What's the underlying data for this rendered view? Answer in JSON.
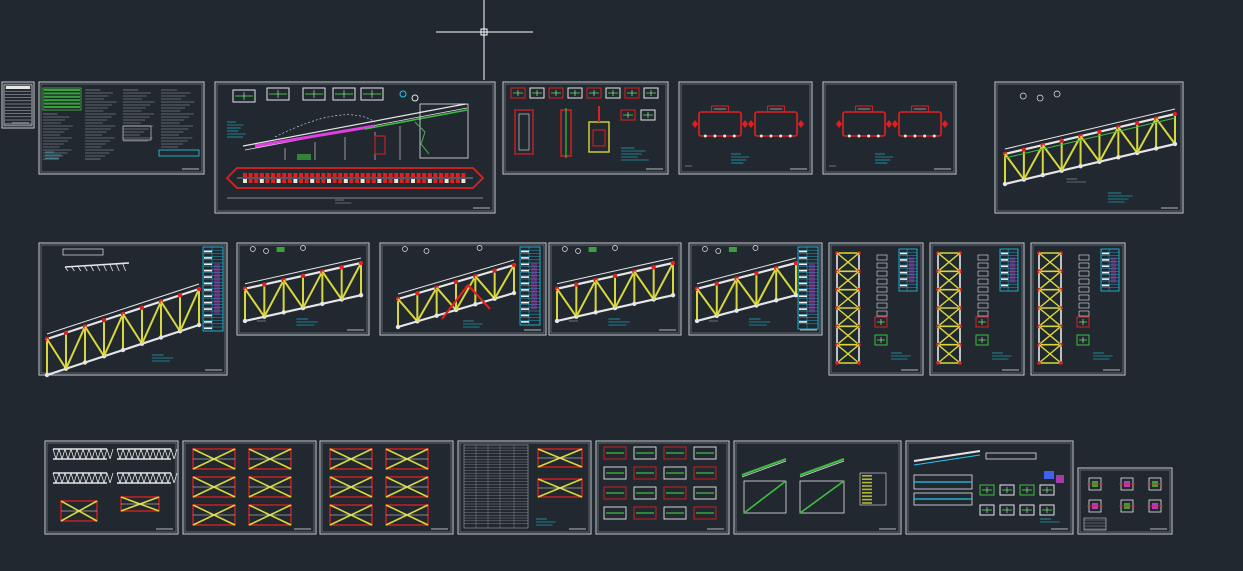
{
  "viewport": {
    "background": "#212830",
    "crosshair_color": "#ffffff",
    "palette": {
      "frame": "#c9cdd2",
      "truss_yellow": "#d8d83a",
      "truss_green": "#3fbf3f",
      "member_red": "#e02020",
      "member_white": "#e6e6e6",
      "table_cyan": "#22c8f0",
      "text_cyan": "#22d0e8",
      "magenta": "#e040e0",
      "text_gray": "#a0a4a8"
    }
  },
  "sheets": [
    {
      "id": "title-block",
      "kind": "titleblock"
    },
    {
      "id": "general-notes",
      "kind": "notes"
    },
    {
      "id": "conveyor-layout",
      "kind": "layout"
    },
    {
      "id": "column-details",
      "kind": "details"
    },
    {
      "id": "bent-frame-a",
      "kind": "frames2"
    },
    {
      "id": "bent-frame-b",
      "kind": "frames2"
    },
    {
      "id": "truss-elevation-1",
      "kind": "truss"
    },
    {
      "id": "truss-elevation-2",
      "kind": "truss_table"
    },
    {
      "id": "truss-elevation-3",
      "kind": "truss"
    },
    {
      "id": "truss-elevation-4",
      "kind": "truss_table"
    },
    {
      "id": "truss-elevation-5",
      "kind": "truss"
    },
    {
      "id": "truss-elevation-6",
      "kind": "truss_table"
    },
    {
      "id": "vertical-bracing-1",
      "kind": "vertical"
    },
    {
      "id": "vertical-bracing-2",
      "kind": "vertical"
    },
    {
      "id": "vertical-bracing-3",
      "kind": "vertical"
    },
    {
      "id": "bracing-plan-1",
      "kind": "brace_mix"
    },
    {
      "id": "bracing-plan-2",
      "kind": "brace6"
    },
    {
      "id": "bracing-plan-3",
      "kind": "brace6"
    },
    {
      "id": "material-list",
      "kind": "schedule"
    },
    {
      "id": "connection-details",
      "kind": "connections"
    },
    {
      "id": "stair-details",
      "kind": "stairs"
    },
    {
      "id": "walkway-details",
      "kind": "walkway"
    },
    {
      "id": "node-details",
      "kind": "nodes"
    }
  ]
}
